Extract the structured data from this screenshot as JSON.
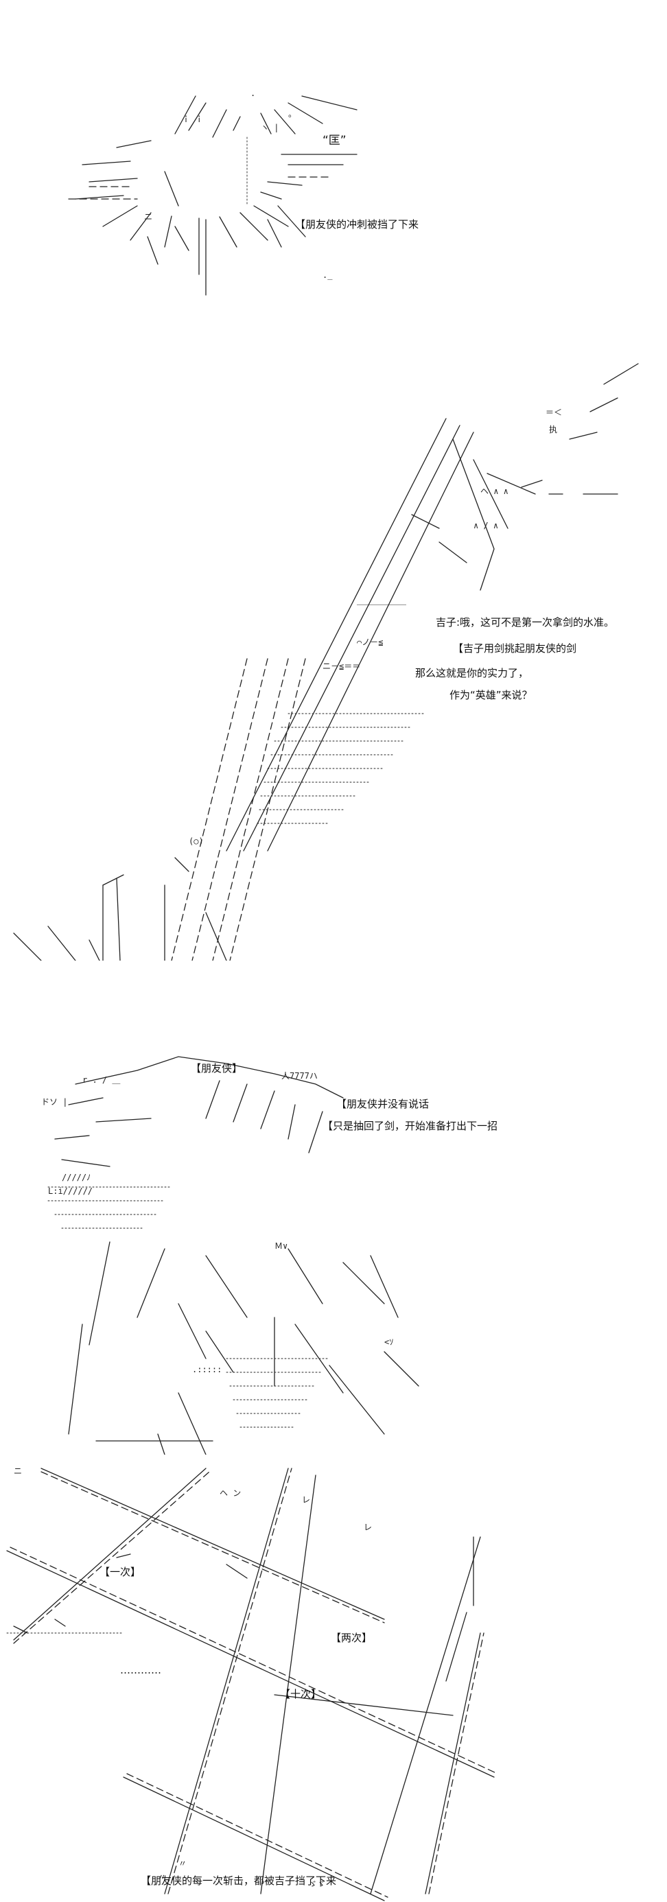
{
  "panel1": {
    "sfx": "“匡”",
    "caption": "【朋友侠的冲刺被挡了下来"
  },
  "panel2": {
    "line1": "吉子:哦，这可不是第一次拿剑的水准。",
    "caption": "【吉子用剑挑起朋友侠的剑",
    "line2": "那么这就是你的实力了，",
    "line3": "作为“英雄”来说？"
  },
  "panel3": {
    "name_tag": "【朋友侠】",
    "caption1": "【朋友侠并没有说话",
    "caption2": "【只是抽回了剑，开始准备打出下一招"
  },
  "panel4": {
    "label_once": "【一次】",
    "label_twice": "【两次】",
    "ellipsis": "…………",
    "label_ten": "【十次】",
    "caption": "【朋友侠的每一次斩击，都被吉子挡了下来"
  }
}
